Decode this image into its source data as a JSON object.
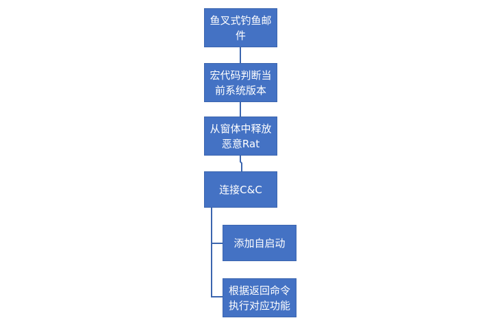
{
  "diagram": {
    "nodes": [
      {
        "id": "n1",
        "label": "鱼叉式钓鱼邮\n件"
      },
      {
        "id": "n2",
        "label": "宏代码判断当\n前系统版本"
      },
      {
        "id": "n3",
        "label": "从窗体中释放\n恶意Rat"
      },
      {
        "id": "n4",
        "label": "连接C&C"
      },
      {
        "id": "n5",
        "label": "添加自启动"
      },
      {
        "id": "n6",
        "label": "根据返回命令\n执行对应功能"
      }
    ],
    "edges": [
      {
        "from": "n1",
        "to": "n2"
      },
      {
        "from": "n2",
        "to": "n3"
      },
      {
        "from": "n3",
        "to": "n4"
      },
      {
        "from": "n4",
        "to": "n5"
      },
      {
        "from": "n4",
        "to": "n6"
      }
    ],
    "colors": {
      "node_fill": "#4472c4",
      "node_border": "#3a64ae",
      "connector": "#3a64ae",
      "text": "#ffffff"
    }
  }
}
